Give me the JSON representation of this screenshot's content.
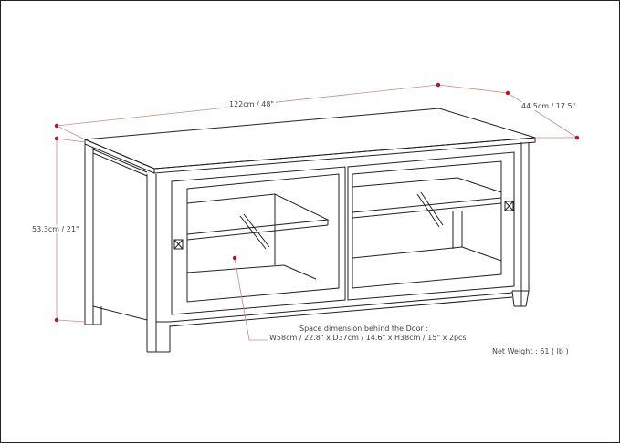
{
  "dimensions": {
    "width": "122cm / 48\"",
    "depth": "44.5cm / 17.5\"",
    "height": "53.3cm / 21\""
  },
  "space_note": {
    "title": "Space dimension behind the Door :",
    "detail": "W58cm / 22.8\" x D37cm / 14.6\" x H38cm / 15\" x 2pcs"
  },
  "net_weight": "Net Weight : 61 ( lb )",
  "colors": {
    "dimension_line": "#c98a8a",
    "dot": "#c0102a",
    "drawing": "#222222"
  }
}
